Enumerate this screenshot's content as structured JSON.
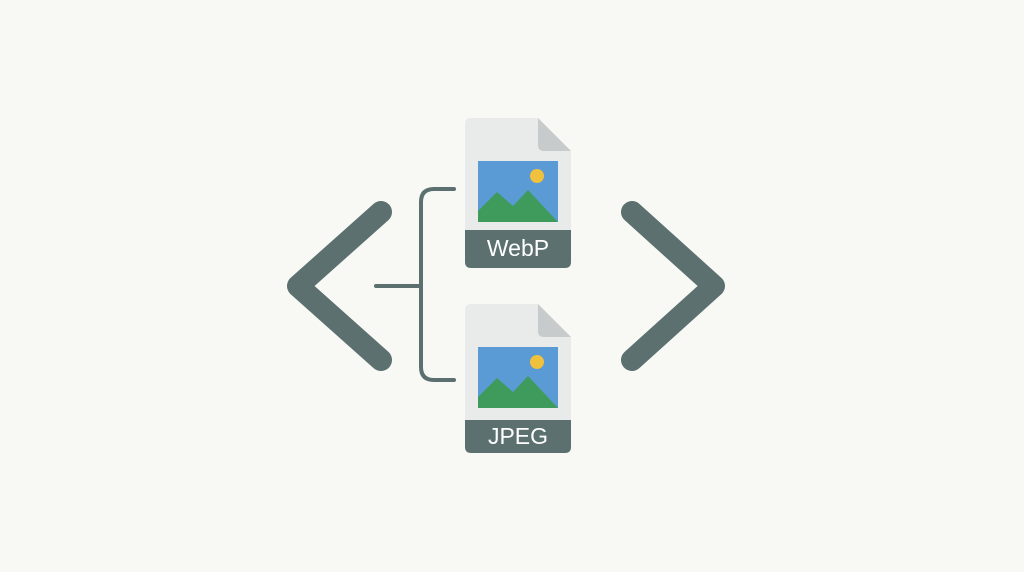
{
  "colors": {
    "background": "#f8f9f5",
    "bracket": "#5c7070",
    "connector": "#5c7070",
    "file_body": "#e9eaea",
    "file_fold": "#c7cbcb",
    "label_band": "#5c7070",
    "image_sky": "#5b9bd5",
    "image_mountains": "#3e9b5b",
    "image_sun": "#f0c13c"
  },
  "icons": {
    "left_bracket": "chevron-left-icon",
    "right_bracket": "chevron-right-icon",
    "file": "image-file-icon",
    "tree": "branch-connector"
  },
  "files": [
    {
      "label": "WebP"
    },
    {
      "label": "JPEG"
    }
  ]
}
